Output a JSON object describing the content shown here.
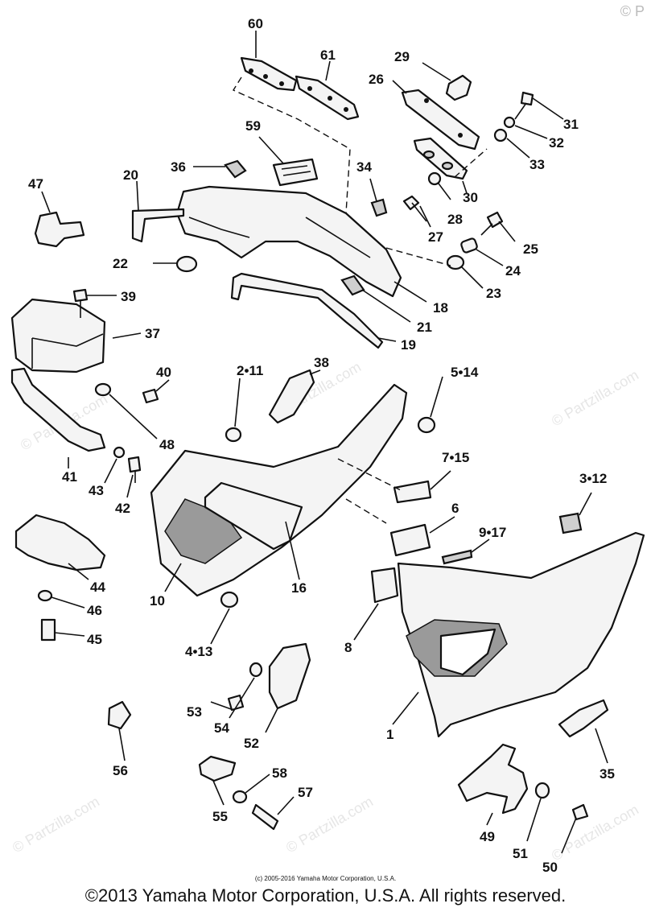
{
  "corner_mark": "© P",
  "watermark": "© Partzilla.com",
  "footer": {
    "small": "(c) 2005-2016 Yamaha Motor Corporation, U.S.A.",
    "main": "©2013 Yamaha Motor Corporation, U.S.A. All rights reserved."
  },
  "callouts": {
    "c60": "60",
    "c61": "61",
    "c29": "29",
    "c26": "26",
    "c31": "31",
    "c32": "32",
    "c33": "33",
    "c59": "59",
    "c36": "36",
    "c34": "34",
    "c30": "30",
    "c28": "28",
    "c27": "27",
    "c25": "25",
    "c24": "24",
    "c23": "23",
    "c47": "47",
    "c20": "20",
    "c22": "22",
    "c18": "18",
    "c21": "21",
    "c19": "19",
    "c39": "39",
    "c37": "37",
    "c38": "38",
    "c2_11": "2•11",
    "c5_14": "5•14",
    "c40": "40",
    "c48": "48",
    "c41": "41",
    "c43": "43",
    "c42": "42",
    "c7_15": "7•15",
    "c3_12": "3•12",
    "c6": "6",
    "c9_17": "9•17",
    "c44": "44",
    "c10": "10",
    "c16": "16",
    "c46": "46",
    "c45": "45",
    "c8": "8",
    "c4_13": "4•13",
    "c53": "53",
    "c54": "54",
    "c52": "52",
    "c1": "1",
    "c56": "56",
    "c35": "35",
    "c58": "58",
    "c57": "57",
    "c55": "55",
    "c49": "49",
    "c51": "51",
    "c50": "50"
  }
}
